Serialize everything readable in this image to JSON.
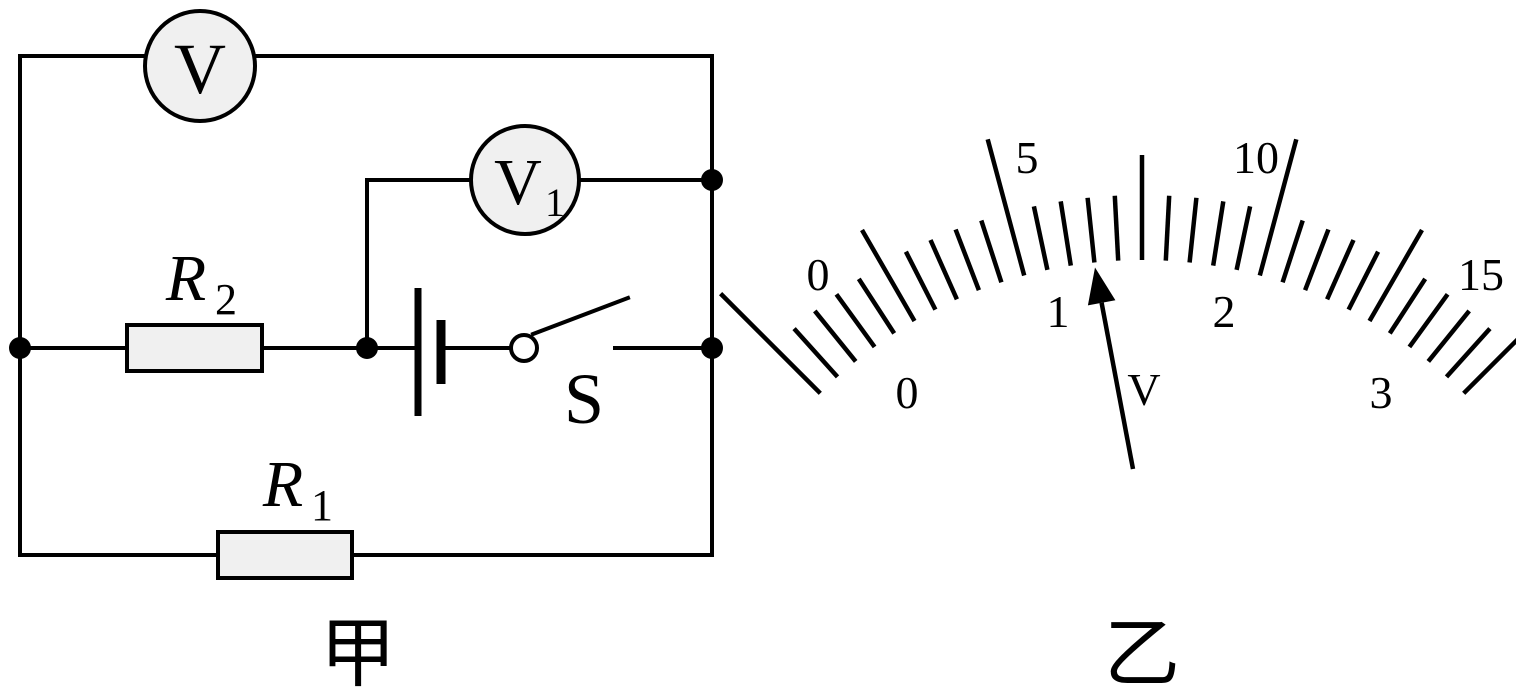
{
  "circuit": {
    "caption": "甲",
    "voltmeter_total": {
      "symbol": "V"
    },
    "voltmeter_v1": {
      "symbol": "V",
      "subscript": "1"
    },
    "resistor_r2": {
      "symbol": "R",
      "subscript": "2"
    },
    "resistor_r1": {
      "symbol": "R",
      "subscript": "1"
    },
    "switch": {
      "label": "S"
    }
  },
  "meter": {
    "caption": "乙",
    "unit": "V",
    "outer_scale_labels": [
      "0",
      "5",
      "10",
      "15"
    ],
    "inner_scale_labels": [
      "0",
      "1",
      "2",
      "3"
    ],
    "reading_on_3V_scale": 1.3,
    "reading_on_15V_scale": 6.5
  }
}
